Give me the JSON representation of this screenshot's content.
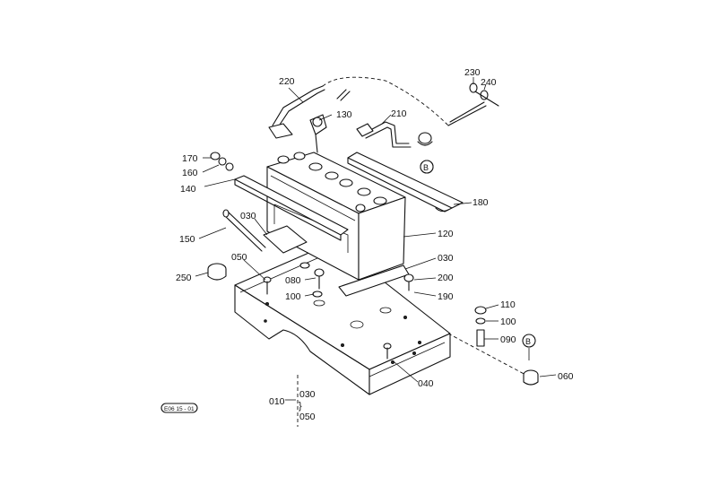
{
  "diagram": {
    "callouts": {
      "p220": "220",
      "p230": "230",
      "p240": "240",
      "p130": "130",
      "p210": "210",
      "p170": "170",
      "p160": "160",
      "p140": "140",
      "p180": "180",
      "p030a": "030",
      "p120": "120",
      "p150": "150",
      "p050": "050",
      "p030b": "030",
      "p200": "200",
      "p250": "250",
      "p080": "080",
      "p190": "190",
      "p100a": "100",
      "p110": "110",
      "p100b": "100",
      "p090": "090",
      "p040": "040",
      "p060": "060",
      "p010": "010",
      "p030c": "030",
      "p050b": "050"
    },
    "connector_marker": "B",
    "drawing_ref": "E06 15 - 01"
  }
}
